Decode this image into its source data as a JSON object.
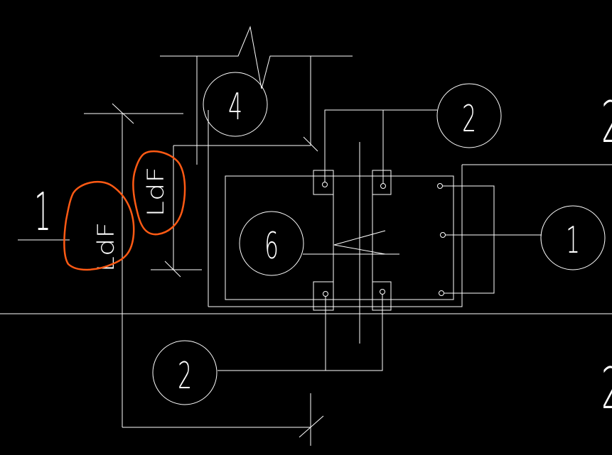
{
  "drawing": {
    "background_color": "#000000",
    "line_color": "#ffffff",
    "markup_color": "#ff5a14",
    "callouts": [
      {
        "id": "callout-4",
        "label": "4"
      },
      {
        "id": "callout-2-top",
        "label": "2"
      },
      {
        "id": "callout-6",
        "label": "6"
      },
      {
        "id": "callout-1",
        "label": "1"
      },
      {
        "id": "callout-2-bottom",
        "label": "2"
      }
    ],
    "texts": {
      "number_1": "1",
      "ldf_left": "LdF",
      "ldf_right": "LdF",
      "edge_2_top": "2",
      "edge_2_bottom": "2"
    }
  }
}
